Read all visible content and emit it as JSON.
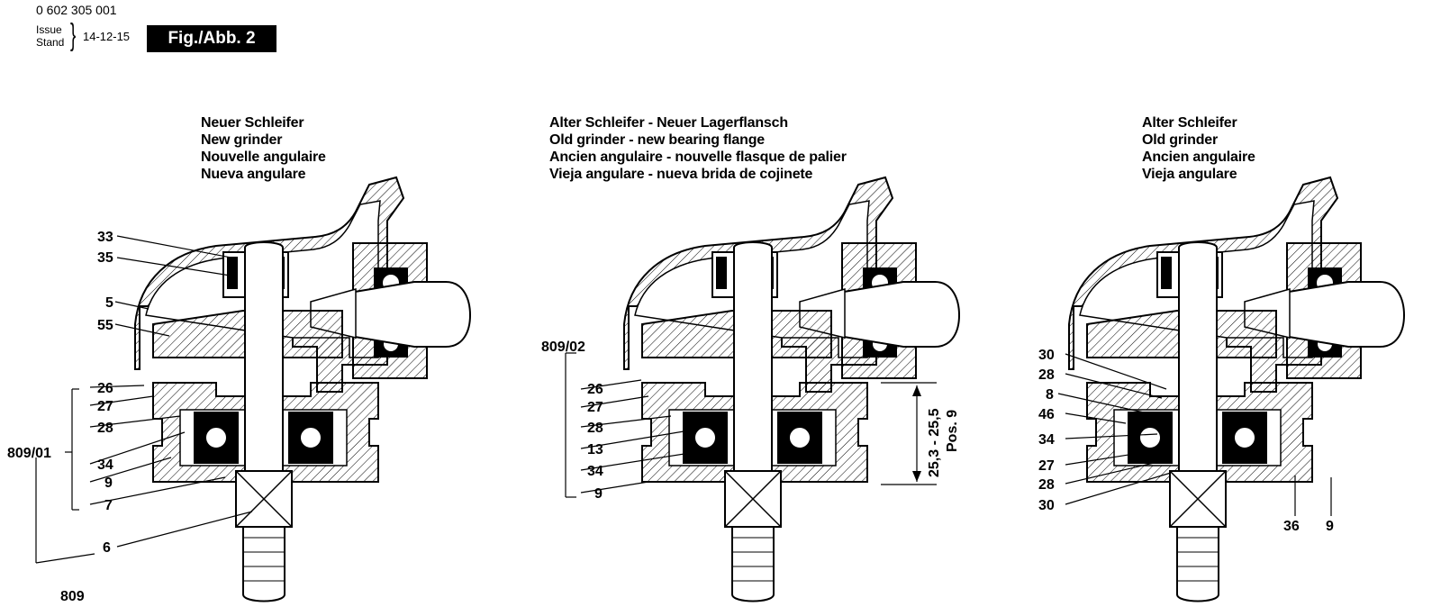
{
  "header": {
    "part_number": "0 602 305 001",
    "issue_line1": "Issue",
    "issue_line2": "Stand",
    "date": "14-12-15",
    "figure_label": "Fig./Abb. 2"
  },
  "views": [
    {
      "title_lines": [
        "Neuer Schleifer",
        "New grinder",
        "Nouvelle angulaire",
        "Nueva angulare"
      ],
      "callouts": [
        "33",
        "35",
        "5",
        "55",
        "26",
        "27",
        "28",
        "34",
        "9",
        "7",
        "6"
      ],
      "group_labels": [
        "809/01",
        "809"
      ]
    },
    {
      "title_lines": [
        "Alter Schleifer - Neuer Lagerflansch",
        "Old grinder - new bearing flange",
        "Ancien angulaire - nouvelle flasque de palier",
        "Vieja angulare - nueva brida de cojinete"
      ],
      "callouts": [
        "26",
        "27",
        "28",
        "13",
        "34",
        "9"
      ],
      "group_labels": [
        "809/02"
      ],
      "dimension": "25,3 - 25,5",
      "dimension_note": "Pos. 9"
    },
    {
      "title_lines": [
        "Alter Schleifer",
        "Old grinder",
        "Ancien angulaire",
        "Vieja angulare"
      ],
      "callouts": [
        "30",
        "28",
        "8",
        "46",
        "34",
        "27",
        "28",
        "30",
        "36",
        "9"
      ]
    }
  ]
}
